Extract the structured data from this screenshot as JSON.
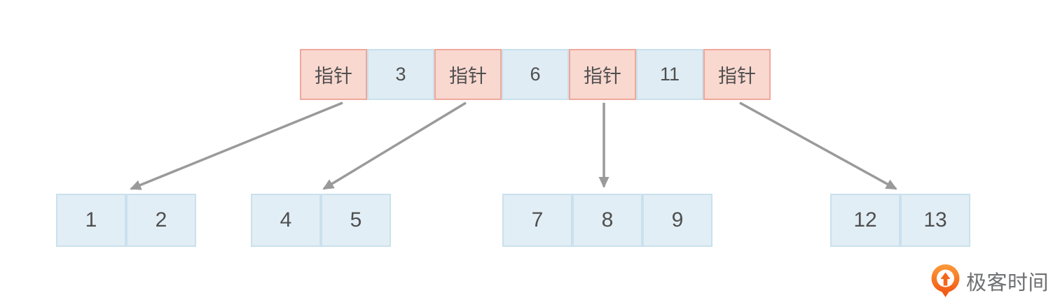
{
  "diagram": {
    "root_node": {
      "cells": [
        {
          "type": "pointer",
          "label": "指针"
        },
        {
          "type": "key",
          "label": "3"
        },
        {
          "type": "pointer",
          "label": "指针"
        },
        {
          "type": "key",
          "label": "6"
        },
        {
          "type": "pointer",
          "label": "指针"
        },
        {
          "type": "key",
          "label": "11"
        },
        {
          "type": "pointer",
          "label": "指针"
        }
      ]
    },
    "leaf_nodes": [
      {
        "cells": [
          "1",
          "2"
        ]
      },
      {
        "cells": [
          "4",
          "5"
        ]
      },
      {
        "cells": [
          "7",
          "8",
          "9"
        ]
      },
      {
        "cells": [
          "12",
          "13"
        ]
      }
    ],
    "edges": [
      {
        "from": "root-pointer-1",
        "to": "leaf-1"
      },
      {
        "from": "root-pointer-2",
        "to": "leaf-2"
      },
      {
        "from": "root-pointer-3",
        "to": "leaf-3"
      },
      {
        "from": "root-pointer-4",
        "to": "leaf-4"
      }
    ],
    "colors": {
      "pointer_cell_fill": "#f9d8d0",
      "pointer_cell_border": "#f0a79a",
      "key_cell_fill": "#dfecf4",
      "key_cell_border": "#c9e1ed",
      "leaf_cell_fill": "#e2eef5",
      "leaf_cell_border": "#c9e1ed",
      "arrow": "#9a9a9a",
      "text": "#4f4f4f"
    }
  },
  "branding": {
    "logo_text": "极客时间",
    "logo_orange": "#f76b1c",
    "logo_text_color": "#6e6f71"
  }
}
